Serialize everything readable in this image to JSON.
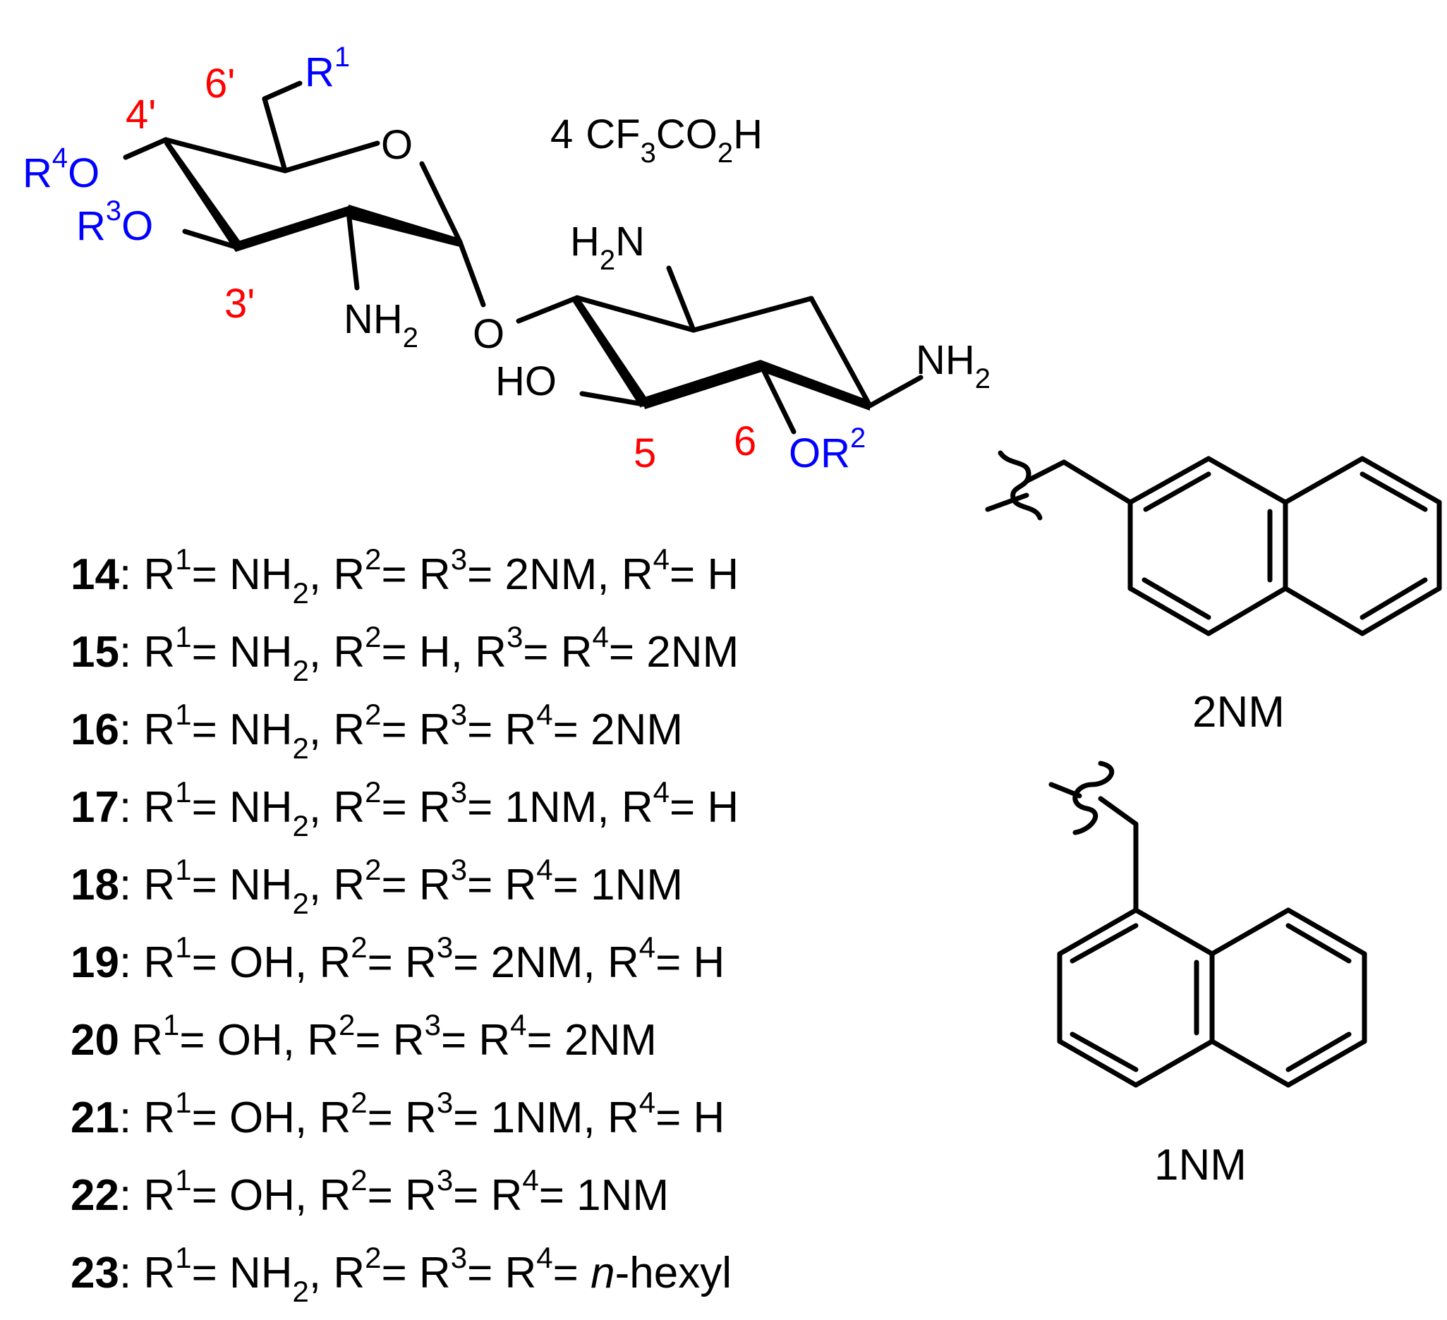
{
  "colors": {
    "substituent": "#0000ff",
    "position_label": "#ff0000",
    "bond": "#000000"
  },
  "salt": {
    "count": "4",
    "formula": "CF3CO2H"
  },
  "structure": {
    "labels": {
      "R1": "R",
      "R1_sup": "1",
      "O_ring": "O",
      "R4O_R": "R",
      "R4O_sup": "4",
      "R4O_O": "O",
      "R3O_R": "R",
      "R3O_sup": "3",
      "R3O_O": "O",
      "NH2_a": "NH",
      "NH2_a_sub": "2",
      "O_link": "O",
      "H2N_H": "H",
      "H2N_sub": "2",
      "H2N_N": "N",
      "HO": "HO",
      "NH2_b": "NH",
      "NH2_b_sub": "2",
      "OR2_OR": "OR",
      "OR2_sup": "2"
    },
    "positions": {
      "p6prime": "6'",
      "p4prime": "4'",
      "p3prime": "3'",
      "p5": "5",
      "p6": "6"
    }
  },
  "fragments": [
    {
      "name": "2NM",
      "label": "2NM"
    },
    {
      "name": "1NM",
      "label": "1NM"
    }
  ],
  "compounds": [
    {
      "id": "14",
      "sep": ":",
      "parts": [
        "R",
        "1",
        "= NH",
        "2",
        ", R",
        "2",
        "= R",
        "3",
        "= 2NM, R",
        "4",
        "= H"
      ]
    },
    {
      "id": "15",
      "sep": ":",
      "parts": [
        "R",
        "1",
        "= NH",
        "2",
        ", R",
        "2",
        "= H, R",
        "3",
        "= R",
        "4",
        "= 2NM"
      ]
    },
    {
      "id": "16",
      "sep": ":",
      "parts": [
        "R",
        "1",
        "= NH",
        "2",
        ", R",
        "2",
        "= R",
        "3",
        "= R",
        "4",
        "= 2NM"
      ]
    },
    {
      "id": "17",
      "sep": ":",
      "parts": [
        "R",
        "1",
        "= NH",
        "2",
        ", R",
        "2",
        "= R",
        "3",
        "= 1NM, R",
        "4",
        "= H"
      ]
    },
    {
      "id": "18",
      "sep": ":",
      "parts": [
        "R",
        "1",
        "= NH",
        "2",
        ", R",
        "2",
        "= R",
        "3",
        "= R",
        "4",
        "= 1NM"
      ]
    },
    {
      "id": "19",
      "sep": ":",
      "parts": [
        "R",
        "1",
        "= OH, R",
        "2",
        "= R",
        "3",
        "= 2NM, R",
        "4",
        "= H"
      ]
    },
    {
      "id": "20",
      "sep": "",
      "parts": [
        "R",
        "1",
        "= OH, R",
        "2",
        "= R",
        "3",
        "= R",
        "4",
        "= 2NM"
      ]
    },
    {
      "id": "21",
      "sep": ":",
      "parts": [
        "R",
        "1",
        "= OH, R",
        "2",
        "= R",
        "3",
        "= 1NM, R",
        "4",
        "= H"
      ]
    },
    {
      "id": "22",
      "sep": ":",
      "parts": [
        "R",
        "1",
        "= OH, R",
        "2",
        "= R",
        "3",
        "= R",
        "4",
        "= 1NM"
      ]
    },
    {
      "id": "23",
      "sep": ":",
      "parts": [
        "R",
        "1",
        "= NH",
        "2",
        ", R",
        "2",
        "= R",
        "3",
        "= R",
        "4",
        "= "
      ],
      "italic_tail": "n",
      "tail": "-hexyl"
    }
  ]
}
